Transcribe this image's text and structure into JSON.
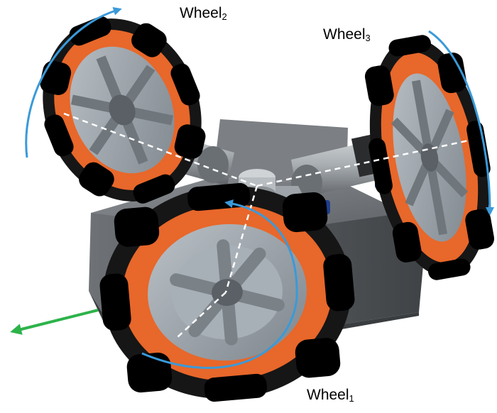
{
  "labels": {
    "wheel1": {
      "base": "Wheel",
      "sub": "1"
    },
    "wheel2": {
      "base": "Wheel",
      "sub": "2"
    },
    "wheel3": {
      "base": "Wheel",
      "sub": "3"
    }
  },
  "colors": {
    "rotation_arrow": "#3a9ad9",
    "motion_arrow": "#2db34a",
    "hub": "#e8672a",
    "roller": "#141414",
    "chassis": "#6a6e72",
    "spoke_plate": "#9aa2aa",
    "axis_line": "#ffffff"
  },
  "icons": {
    "rotation": "curved-arrow-icon",
    "motion": "straight-arrow-icon"
  }
}
